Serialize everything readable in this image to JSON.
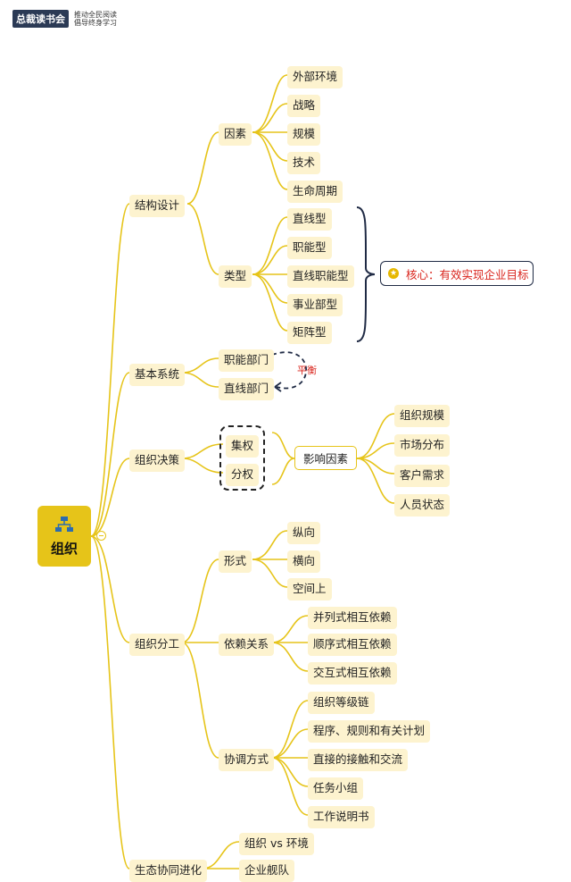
{
  "brand": {
    "name": "总裁读书会",
    "tagline_1": "推动全民阅读",
    "tagline_2": "倡导终身学习"
  },
  "root": {
    "label": "组织"
  },
  "branches": {
    "structure": {
      "label": "结构设计",
      "factors": {
        "label": "因素",
        "items": [
          "外部环境",
          "战略",
          "规模",
          "技术",
          "生命周期"
        ]
      },
      "types": {
        "label": "类型",
        "items": [
          "直线型",
          "职能型",
          "直线职能型",
          "事业部型",
          "矩阵型"
        ]
      },
      "core": "核心：有效实现企业目标"
    },
    "basic": {
      "label": "基本系统",
      "items": [
        "职能部门",
        "直线部门"
      ],
      "balance": "平衡"
    },
    "decision": {
      "label": "组织决策",
      "items": [
        "集权",
        "分权"
      ],
      "influence": {
        "label": "影响因素",
        "items": [
          "组织规模",
          "市场分布",
          "客户需求",
          "人员状态"
        ]
      }
    },
    "division": {
      "label": "组织分工",
      "form": {
        "label": "形式",
        "items": [
          "纵向",
          "横向",
          "空间上"
        ]
      },
      "dependency": {
        "label": "依赖关系",
        "items": [
          "并列式相互依赖",
          "顺序式相互依赖",
          "交互式相互依赖"
        ]
      },
      "coordination": {
        "label": "协调方式",
        "items": [
          "组织等级链",
          "程序、规则和有关计划",
          "直接的接触和交流",
          "任务小组",
          "工作说明书"
        ]
      }
    },
    "eco": {
      "label": "生态协同进化",
      "items": [
        "组织 vs 环境",
        "企业舰队"
      ]
    }
  },
  "colors": {
    "line": "#e6c419",
    "node_bg": "#fdf3cf",
    "root_bg": "#e6c419",
    "accent_red": "#d9241c"
  },
  "icons": {
    "root": "org-chart-icon",
    "core": "star-icon"
  }
}
